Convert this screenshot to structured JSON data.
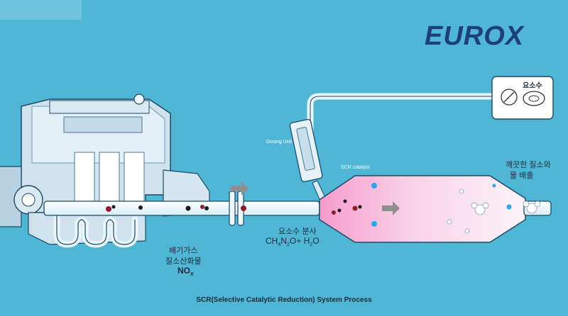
{
  "brand": {
    "logo_text": "EUROX"
  },
  "tank": {
    "label": "요소수"
  },
  "labels": {
    "dosing_unit": "Dosing Unit",
    "scr_catalyst": "SCR catalyst",
    "clean_line1": "깨끗한 질소와",
    "clean_line2": "물 배출",
    "urea_spray": "요소수 분사",
    "urea_formula": {
      "a": "CH",
      "a_sub": "4",
      "b": "N",
      "b_sub": "2",
      "c": "O+ H",
      "c_sub": "2",
      "d": "O"
    },
    "exhaust_line1": "배기가스",
    "exhaust_line2": "질소산화물",
    "nox": {
      "main": "NO",
      "sub": "X"
    }
  },
  "caption": "SCR(Selective Catalytic Reduction)  System Process",
  "colors": {
    "background": "#4fb6d6",
    "engine": "#cfe2ee",
    "outline": "#1b4a66",
    "pipe": "#eaf6fb",
    "catalyst": "#f7c2dc",
    "logo": "#1f3f7a",
    "particle": "#8a1e2a",
    "droplet": "#2aa8e8",
    "arrow": "#8f8f8f"
  },
  "icons": [
    "engine-icon",
    "dosing-unit-icon",
    "urea-tank-icon",
    "gauge-icon",
    "molecule-icon",
    "flow-arrow-icon"
  ]
}
